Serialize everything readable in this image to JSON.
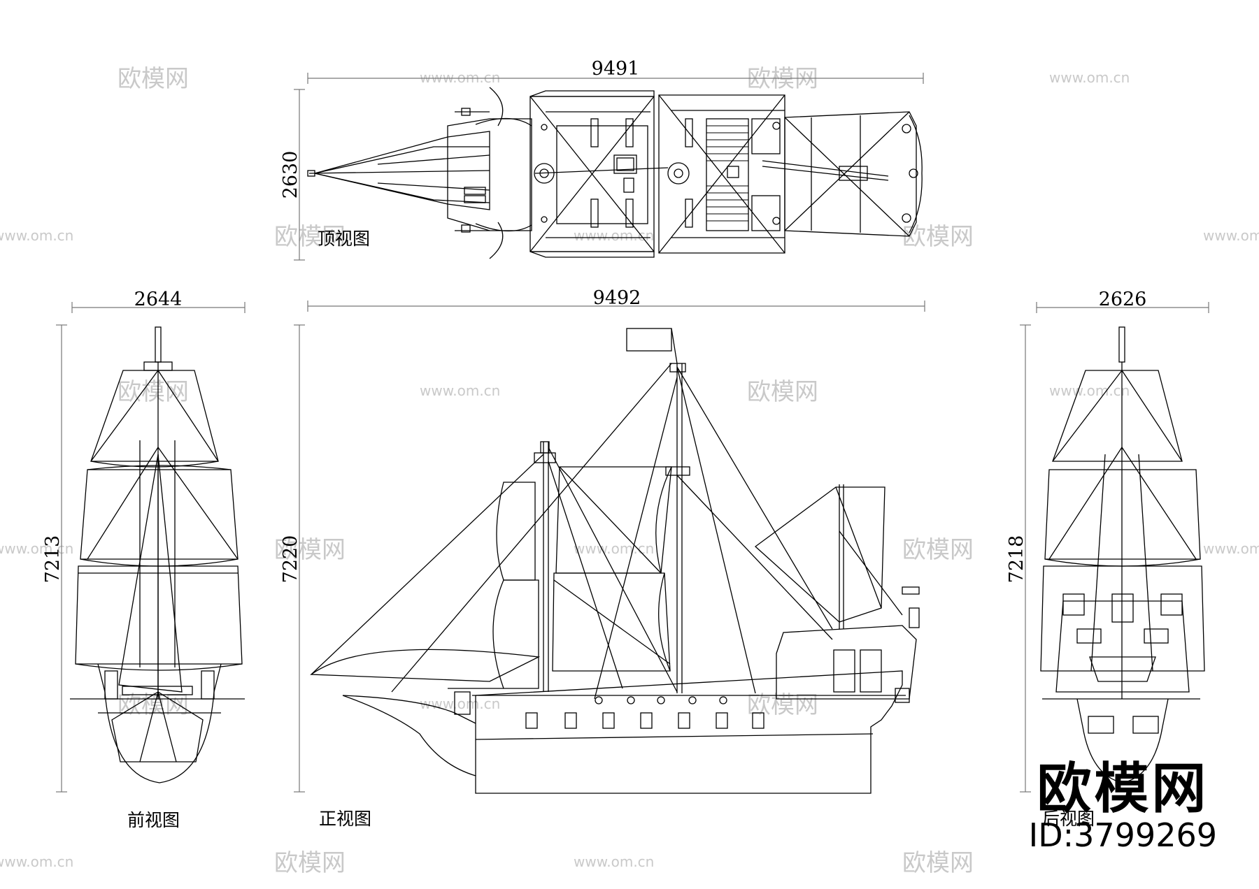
{
  "top_view": {
    "label": "顶视图",
    "width_dim": "9491",
    "height_dim": "2630"
  },
  "front_view": {
    "label": "前视图",
    "width_dim": "2644",
    "height_dim": "7213"
  },
  "side_view": {
    "label": "正视图",
    "width_dim": "9492",
    "height_dim": "7220"
  },
  "rear_view": {
    "label": "后视图",
    "width_dim": "2626",
    "height_dim": "7218"
  },
  "watermark": {
    "site": "www.om.cn",
    "name": "欧模网"
  },
  "brand": {
    "logo": "欧模网",
    "id": "ID:3799269"
  }
}
